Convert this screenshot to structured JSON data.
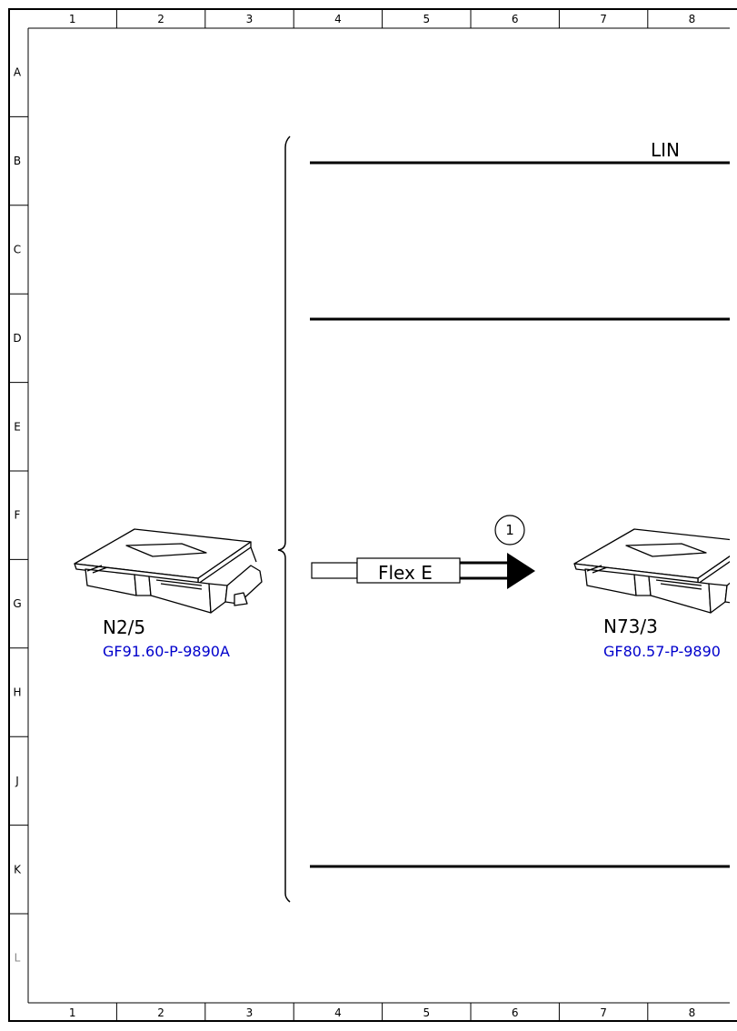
{
  "frame": {
    "columns": [
      "1",
      "2",
      "3",
      "4",
      "5",
      "6",
      "7",
      "8"
    ],
    "rows": [
      "A",
      "B",
      "C",
      "D",
      "E",
      "F",
      "G",
      "H",
      "J",
      "K",
      "L"
    ]
  },
  "bus": {
    "name": "LIN",
    "coupling_label": "Flex E",
    "callout_number": "1"
  },
  "components": [
    {
      "id": "N2/5",
      "ref": "GF91.60-P-9890A"
    },
    {
      "id": "N73/3",
      "ref": "GF80.57-P-9890"
    }
  ],
  "colors": {
    "link": "#0000cc",
    "line": "#000000"
  }
}
